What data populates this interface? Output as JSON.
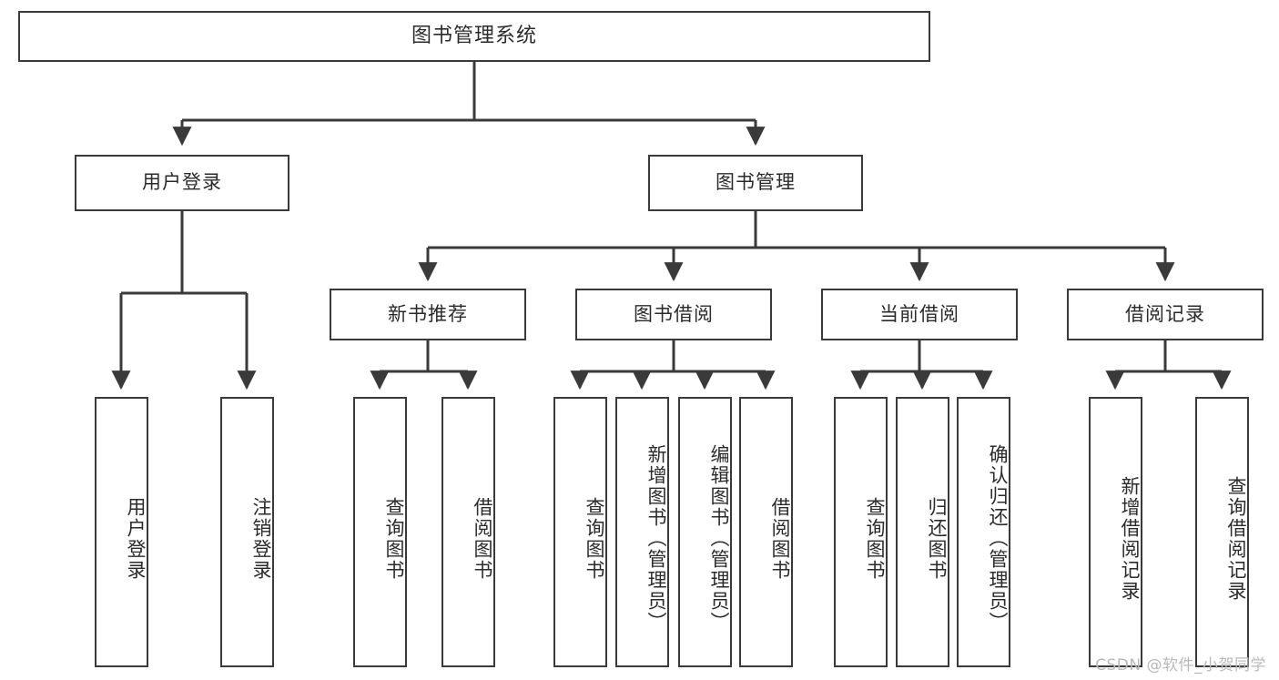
{
  "diagram": {
    "title": "图书管理系统",
    "type": "tree-hierarchy-chart",
    "watermark": "CSDN @软件_小贺同学",
    "line_color": "#3a3a3a",
    "background_color": "#ffffff",
    "text_color": "#2b2b2b",
    "nodes": {
      "root": {
        "label": "图书管理系统"
      },
      "level2": [
        {
          "label": "用户登录"
        },
        {
          "label": "图书管理"
        }
      ],
      "level3": [
        {
          "label": "新书推荐"
        },
        {
          "label": "图书借阅"
        },
        {
          "label": "当前借阅"
        },
        {
          "label": "借阅记录"
        }
      ],
      "leaves_user_login": [
        {
          "label": "用户登录"
        },
        {
          "label": "注销登录"
        }
      ],
      "leaves_new_book": [
        {
          "label": "查询图书"
        },
        {
          "label": "借阅图书"
        }
      ],
      "leaves_borrow": [
        {
          "label": "查询图书"
        },
        {
          "label": "新增图书（管理员）"
        },
        {
          "label": "编辑图书（管理员）"
        },
        {
          "label": "借阅图书"
        }
      ],
      "leaves_current": [
        {
          "label": "查询图书"
        },
        {
          "label": "归还图书"
        },
        {
          "label": "确认归还（管理员）"
        }
      ],
      "leaves_records": [
        {
          "label": "新增借阅记录"
        },
        {
          "label": "查询借阅记录"
        }
      ]
    }
  }
}
